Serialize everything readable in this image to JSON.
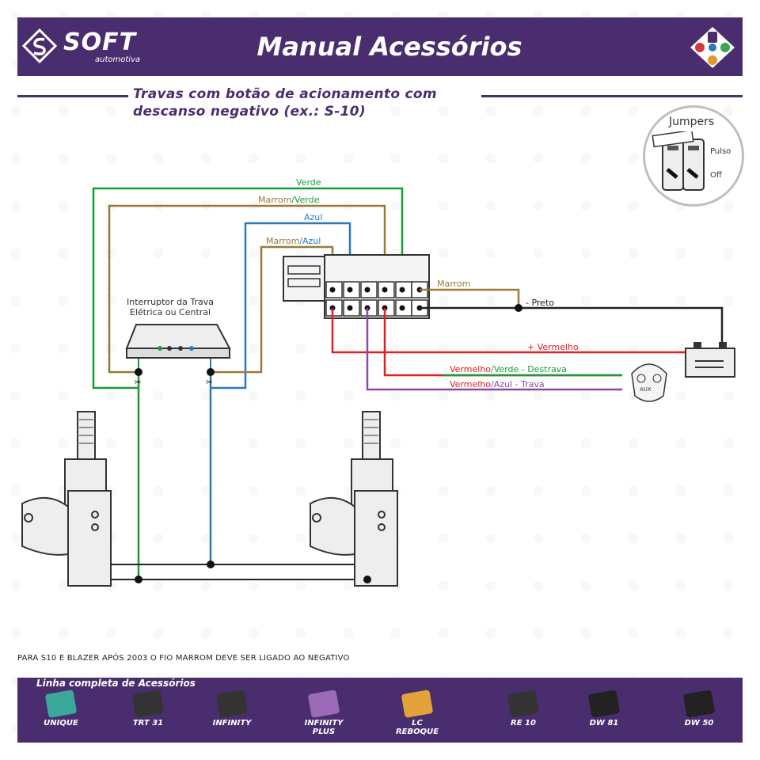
{
  "header": {
    "brand": "SOFT",
    "brand_sub": "automotiva",
    "title": "Manual Acessórios"
  },
  "subtitle": "Travas com botão de acionamento com\ndescanso negativo (ex.: S-10)",
  "jumpers": {
    "label": "Jumpers",
    "pulso": "Pulso",
    "off": "Off"
  },
  "switch_label": "Interruptor da Trava\nElétrica ou Central",
  "wires": {
    "verde": "Verde",
    "marrom_verde_a": "Marrom",
    "marrom_verde_b": "/Verde",
    "azul": "Azul",
    "marrom_azul_a": "Marrom",
    "marrom_azul_b": "/Azul",
    "marrom": "Marrom",
    "preto": "- Preto",
    "vermelho": "+ Vermelho",
    "destrava_a": "Vermelho",
    "destrava_b": "/Verde - Destrava",
    "trava_a": "Vermelho",
    "trava_b": "/Azul - Trava"
  },
  "remote_aux": "AUX",
  "note": "PARA S10 E BLAZER APÓS 2003 O FIO MARROM DEVE SER LIGADO AO NEGATIVO",
  "footer": {
    "title": "Linha completa de Acessórios",
    "products": [
      {
        "name": "UNIQUE",
        "color": "#3aa89a"
      },
      {
        "name": "TRT 31",
        "color": "#333333"
      },
      {
        "name": "INFINITY",
        "color": "#333333"
      },
      {
        "name": "INFINITY PLUS",
        "color": "#9b6bb8"
      },
      {
        "name": "LC REBOQUE",
        "color": "#e3a23a"
      },
      {
        "name": "RE 10",
        "color": "#333333"
      },
      {
        "name": "DW 81",
        "color": "#222222"
      },
      {
        "name": "DW 50",
        "color": "#222222"
      }
    ]
  },
  "colors": {
    "brand": "#4a2d6e",
    "verde": "#1a9a3a",
    "marrom": "#9a7a3a",
    "azul": "#2a78c0",
    "vermelho": "#e02020",
    "roxo": "#8a4aa0",
    "preto": "#222222"
  }
}
